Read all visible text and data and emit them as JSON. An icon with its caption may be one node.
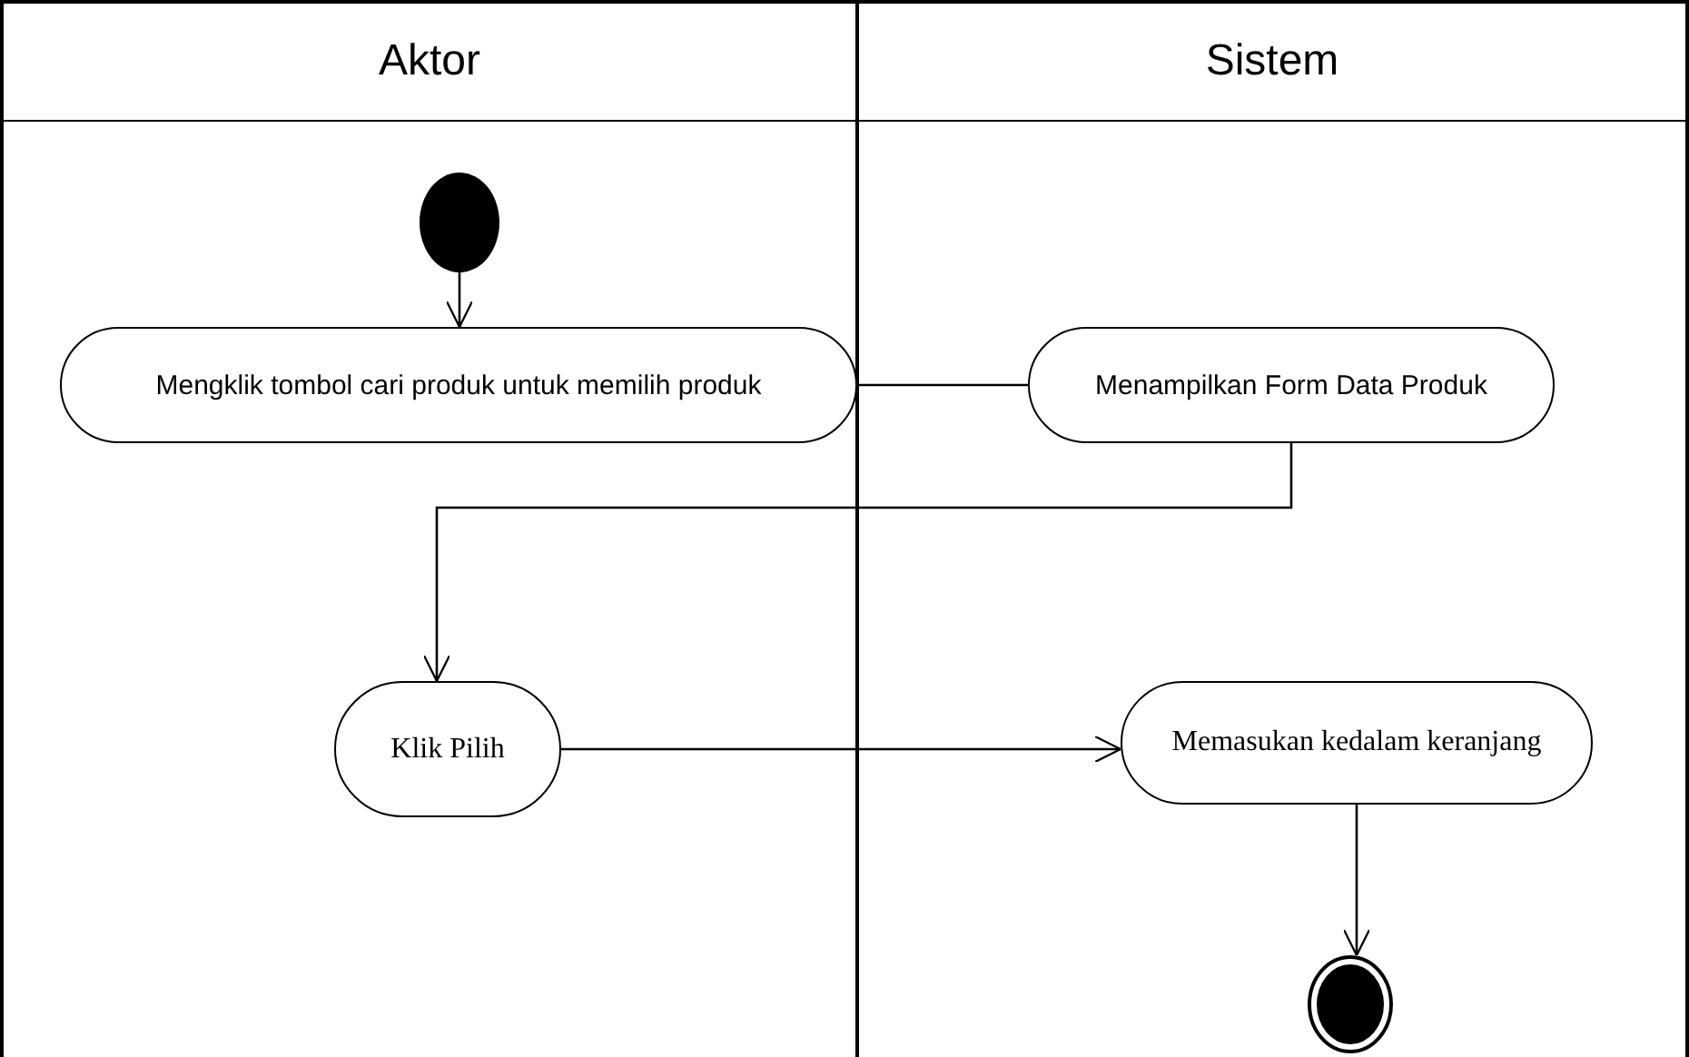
{
  "diagram": {
    "nodes": [
      {
        "text": [
          "Aktor"
        ]
      },
      {
        "text": [
          "Sistem"
        ]
      },
      {
        "text": [],
        "shape": "circle",
        "in": 0
      },
      {
        "text": [
          "Mengklik tombol cari produk untuk memilih produk"
        ],
        "in": 0
      },
      {
        "text": [
          "Menampilkan Form Data Produk"
        ],
        "in": 1
      },
      {
        "text": [
          "Klik Pilih"
        ],
        "in": 0
      },
      {
        "text": [
          "Memasukan kedalam keranjang"
        ],
        "in": 1
      },
      {
        "text": [],
        "shape": "circle",
        "in": 1
      }
    ],
    "edges": [
      {
        "from": 2,
        "to": 3,
        "arrow": "to"
      },
      {
        "from": 3,
        "to": 4,
        "arrow": "none"
      },
      {
        "from": 4,
        "to": 5,
        "arrow": "to"
      },
      {
        "from": 5,
        "to": 6,
        "arrow": "to"
      },
      {
        "from": 6,
        "to": 7,
        "arrow": "to"
      }
    ]
  }
}
